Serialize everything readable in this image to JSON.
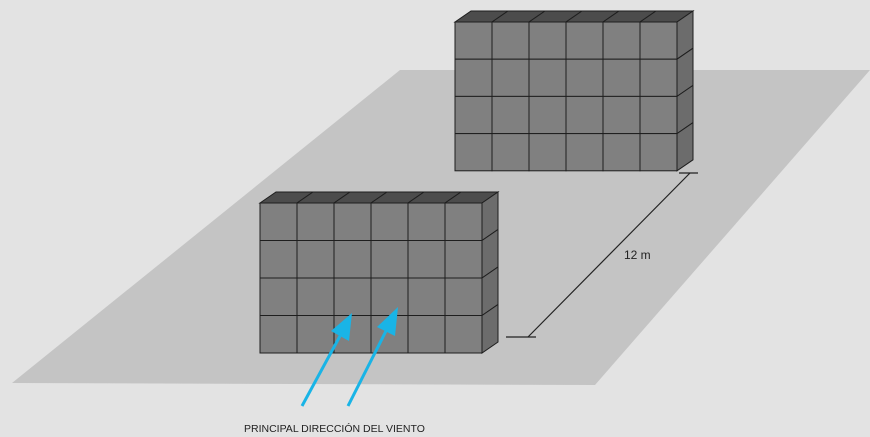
{
  "distance_label": "12 m",
  "wind_caption": "PRINCIPAL DIRECCIÓN DEL VIENTO",
  "blocks": [
    {
      "name": "rear-building",
      "columns": 6,
      "rows": 4
    },
    {
      "name": "front-building",
      "columns": 6,
      "rows": 4
    }
  ],
  "colors": {
    "background": "#e3e3e3",
    "ground": "#c4c4c4",
    "cube_front": "#808080",
    "cube_top": "#4c4c4c",
    "cube_side": "#6c6c6c",
    "wind_arrow": "#19b4e6"
  }
}
